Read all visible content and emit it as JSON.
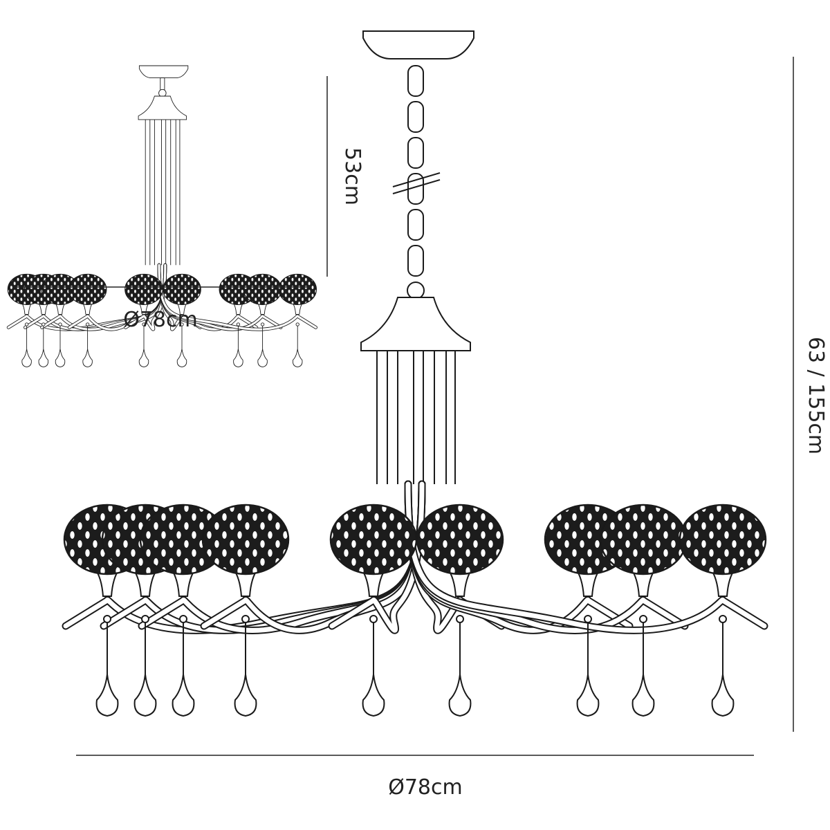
{
  "dimensions": {
    "small_height": "53cm",
    "small_diameter": "Ø78cm",
    "large_height": "63 / 155cm",
    "large_diameter": "Ø78cm"
  },
  "chandelier": {
    "shade_count": 9
  }
}
